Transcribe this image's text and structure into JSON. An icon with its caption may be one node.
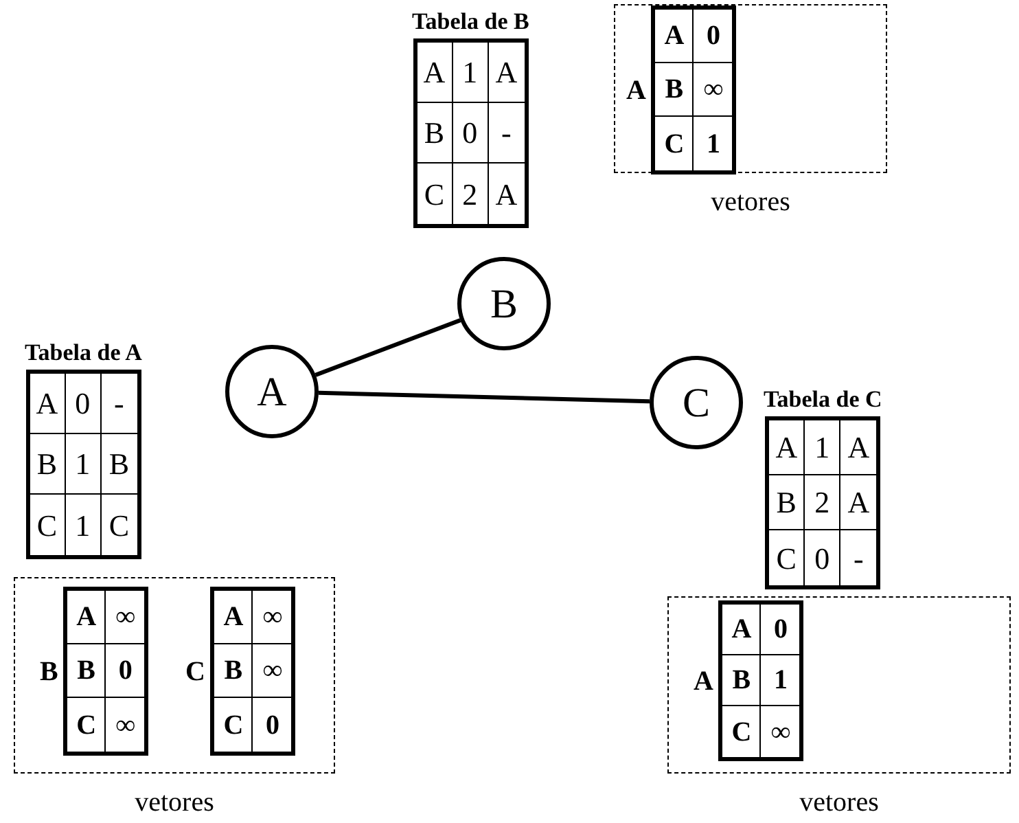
{
  "diagram": {
    "nodes": [
      {
        "text": [
          "Tabela de B",
          "A",
          "1",
          "A",
          "B",
          "0",
          "-",
          "C",
          "2",
          "A"
        ]
      },
      {
        "text": [],
        "shape": "box",
        "beside": [
          "vetores"
        ]
      },
      {
        "text": [
          "A",
          "0",
          "B",
          "∞",
          "C",
          "1"
        ],
        "beside": [
          "A"
        ],
        "in": 1
      },
      {
        "text": [
          "B"
        ]
      },
      {
        "text": [
          "Tabela de A",
          "A",
          "0",
          "-",
          "B",
          "1",
          "B",
          "C",
          "1",
          "C"
        ]
      },
      {
        "text": [
          "A"
        ]
      },
      {
        "text": [
          "C"
        ]
      },
      {
        "text": [
          "Tabela de C",
          "A",
          "1",
          "A",
          "B",
          "2",
          "A",
          "C",
          "0",
          "-"
        ]
      },
      {
        "text": [],
        "shape": "box",
        "beside": [
          "vetores"
        ]
      },
      {
        "text": [
          "A",
          "∞",
          "B",
          "0",
          "C",
          "∞"
        ],
        "beside": [
          "B"
        ],
        "in": 8
      },
      {
        "text": [
          "A",
          "∞",
          "B",
          "∞",
          "C",
          "0"
        ],
        "beside": [
          "C"
        ],
        "in": 8
      },
      {
        "text": [],
        "shape": "box",
        "beside": [
          "vetores"
        ]
      },
      {
        "text": [
          "A",
          "0",
          "B",
          "1",
          "C",
          "∞"
        ],
        "beside": [
          "A"
        ],
        "in": 11
      }
    ],
    "edges": [
      {
        "from": 5,
        "to": 3,
        "arrow": "none"
      },
      {
        "from": 5,
        "to": 6,
        "arrow": "none"
      }
    ]
  }
}
